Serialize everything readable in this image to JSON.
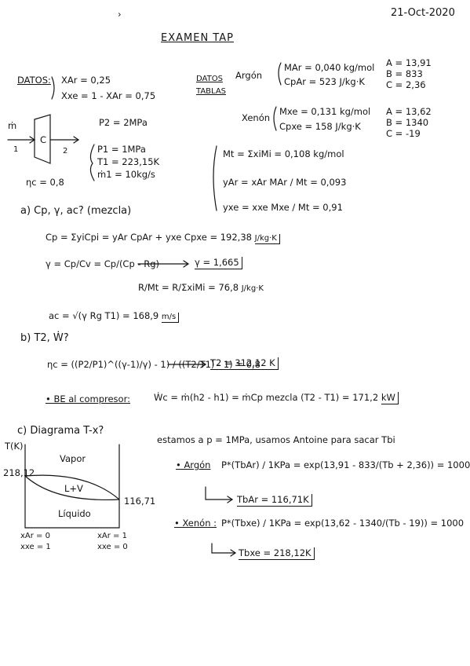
{
  "header": {
    "mark": "›",
    "date": "21-Oct-2020",
    "title": "EXAMEN TAP"
  },
  "datos": {
    "label": "DATOS:",
    "x_ar": "XAr = 0,25",
    "x_xe": "Xxe = 1 - XAr = 0,75",
    "compressor_in": "1",
    "compressor_out": "2",
    "compressor_label": "C",
    "mdot": "ṁ",
    "eta": "ηc = 0,8",
    "p2": "P2 = 2MPa",
    "p1": "P1 = 1MPa",
    "t1": "T1 = 223,15K",
    "m1": "ṁ1 = 10kg/s"
  },
  "tablas": {
    "label1": "DATOS",
    "label2": "TABLAS",
    "argon": {
      "name": "Argón",
      "molar_mass": "MAr = 0,040 kg/mol",
      "cp": "CpAr = 523 J/kg·K",
      "antoine": [
        "A = 13,91",
        "B = 833",
        "C = 2,36"
      ]
    },
    "xenon": {
      "name": "Xenón",
      "molar_mass": "Mxe = 0,131 kg/mol",
      "cp": "Cpxe = 158 J/kg·K",
      "antoine": [
        "A = 13,62",
        "B = 1340",
        "C = -19"
      ]
    },
    "mixture": {
      "mt": "Mt = ΣxiMi = 0,108 kg/mol",
      "y_ar": "yAr = xAr MAr / Mt = 0,093",
      "y_xe": "yxe = xxe Mxe / Mt = 0,91"
    }
  },
  "part_a": {
    "heading": "a) Cp, γ, ac? (mezcla)",
    "cp": "Cp = ΣyiCpi = yAr CpAr + yxe Cpxe = 192,38",
    "cp_unit": "J/kg·K",
    "gamma": "γ = Cp/Cv = Cp/(Cp - Rg)",
    "gamma_result": "γ = 1,665",
    "rg": "R/Mt = R/ΣxiMi = 76,8",
    "rg_unit": "J/kg·K",
    "ac": "ac = √(γ Rg T1) = 168,9",
    "ac_unit": "m/s"
  },
  "part_b": {
    "heading": "b) T2, Ẇ?",
    "eta_eq": "ηc = ((P2/P1)^((γ-1)/γ) - 1) / ((T2/T1) - 1) = 0,8",
    "t2": "T2 = 312,12 K",
    "be_label": "• BE al compresor:",
    "wc": "Ẇc = ṁ(h2 - h1) = ṁCp mezcla (T2 - T1) = 171,2",
    "wc_unit": "kW"
  },
  "part_c": {
    "heading": "c) Diagrama T-x?",
    "intro": "estamos a p = 1MPa, usamos Antoine para sacar Tbi",
    "diagram": {
      "y_axis": "T(K)",
      "vapor": "Vapor",
      "two_phase": "L+V",
      "liquid": "Líquido",
      "t_left": "218,12",
      "t_right": "116,71",
      "x_left_1": "xAr = 0",
      "x_left_2": "xxe = 1",
      "x_right_1": "xAr = 1",
      "x_right_2": "xxe = 0"
    },
    "argon_label": "• Argón",
    "argon_eq": "P*(TbAr) / 1KPa = exp(13,91 - 833/(Tb + 2,36)) = 1000",
    "argon_result": "TbAr = 116,71K",
    "xenon_label": "• Xenón :",
    "xenon_eq": "P*(Tbxe) / 1KPa = exp(13,62 - 1340/(Tb - 19)) = 1000",
    "xenon_result": "Tbxe = 218,12K"
  }
}
